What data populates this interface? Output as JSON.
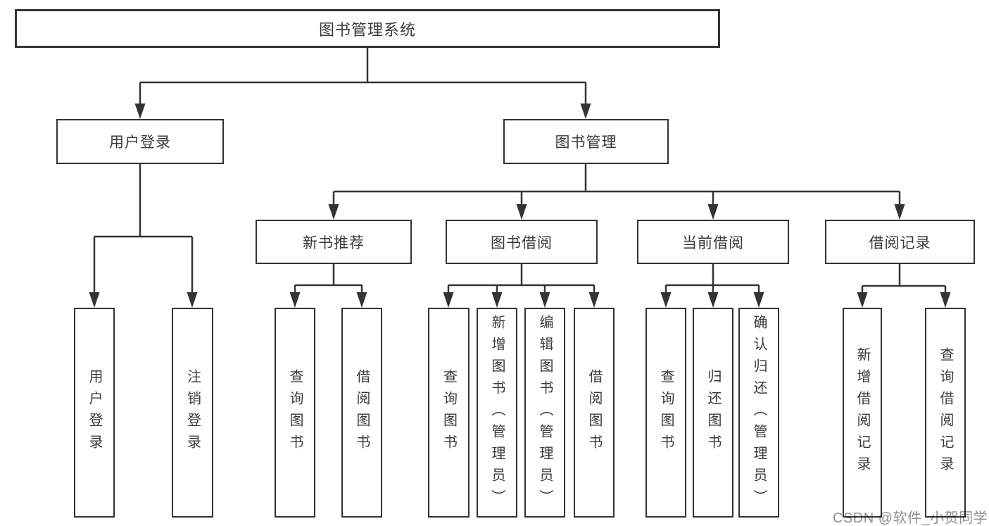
{
  "diagram_type": "hierarchy-tree",
  "colors": {
    "line": "#333333",
    "box_border": "#333333",
    "text": "#3a3a3a",
    "background": "#ffffff",
    "watermark": "#8f8f8f"
  },
  "tree": {
    "label": "图书管理系统",
    "children": [
      {
        "label": "用户登录",
        "children": [
          {
            "label": "用户登录"
          },
          {
            "label": "注销登录"
          }
        ]
      },
      {
        "label": "图书管理",
        "children": [
          {
            "label": "新书推荐",
            "children": [
              {
                "label": "查询图书"
              },
              {
                "label": "借阅图书"
              }
            ]
          },
          {
            "label": "图书借阅",
            "children": [
              {
                "label": "查询图书"
              },
              {
                "label": "新增图书（管理员）"
              },
              {
                "label": "编辑图书（管理员）"
              },
              {
                "label": "借阅图书"
              }
            ]
          },
          {
            "label": "当前借阅",
            "children": [
              {
                "label": "查询图书"
              },
              {
                "label": "归还图书"
              },
              {
                "label": "确认归还（管理员）"
              }
            ]
          },
          {
            "label": "借阅记录",
            "children": [
              {
                "label": "新增借阅记录"
              },
              {
                "label": "查询借阅记录"
              }
            ]
          }
        ]
      }
    ]
  },
  "watermark": {
    "text": "CSDN @软件_小贺同学"
  }
}
